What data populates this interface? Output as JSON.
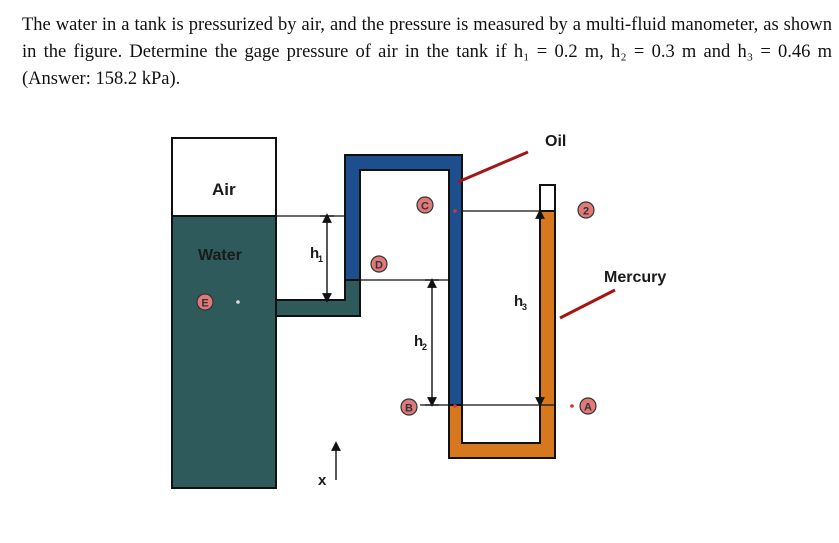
{
  "problem": {
    "text": "The water in a tank is pressurized by air, and the pressure is measured by a multi-fluid manometer, as shown in the figure. Determine the gage pressure of air in the tank if h₁ = 0.2 m, h₂ = 0.3 m and h₃ = 0.46 m (Answer: 158.2 kPa)."
  },
  "figure": {
    "air_label": "Air",
    "water_label": "Water",
    "oil_label": "Oil",
    "mercury_label": "Mercury",
    "points": {
      "A": "A",
      "B": "B",
      "C": "C",
      "D": "D",
      "E": "E",
      "two": "2"
    },
    "h1": "h",
    "h1_sub": "1",
    "h2": "h",
    "h2_sub": "2",
    "h3": "h",
    "h3_sub": "3",
    "x": "x"
  },
  "colors": {
    "water": "#2f5a5c",
    "oil": "#1d4f8f",
    "mercury": "#d8781e",
    "air": "#ffffff",
    "pointer": "#a31616",
    "point_circle": "#e07a7a"
  }
}
